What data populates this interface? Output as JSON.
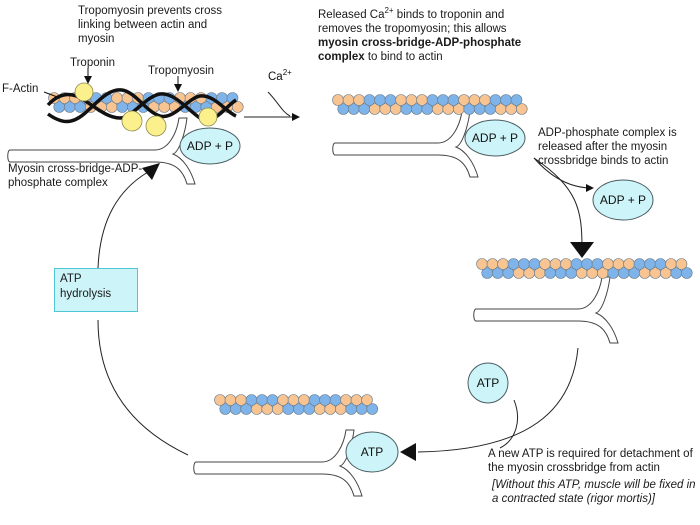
{
  "labels": {
    "tropomyosin_prevents": "Tropomyosin prevents cross linking between actin and myosin",
    "troponin": "Troponin",
    "tropomyosin": "Tropomyosin",
    "f_actin": "F-Actin",
    "ca_ion": "Ca",
    "ca_charge": "2+",
    "myosin_complex": "Myosin cross-bridge-ADP-phosphate complex",
    "released_p1": "Released Ca",
    "released_sup": "2+",
    "released_p2": " binds to troponin and removes the tropomyosin; this allows ",
    "released_bold": "myosin cross-bridge-ADP-phosphate complex",
    "released_p3": " to bind to actin",
    "adp_released": "ADP-phosphate complex is released after the myosin crossbridge binds to actin",
    "atp_hydrolysis": "ATP hydrolysis",
    "new_atp": "A new ATP is required for detachment of the myosin crossbridge from actin",
    "without_atp": "[Without this ATP, muscle will be fixed in a contracted state (rigor mortis)]",
    "adp_p": "ADP + P",
    "atp": "ATP"
  },
  "colors": {
    "actin_blue": "#7eb4ea",
    "actin_orange": "#f8c592",
    "troponin_yellow": "#fbf08c",
    "bubble_fill": "#cdf4f8",
    "box_border": "#4fc6d6",
    "strand": "#111111"
  }
}
